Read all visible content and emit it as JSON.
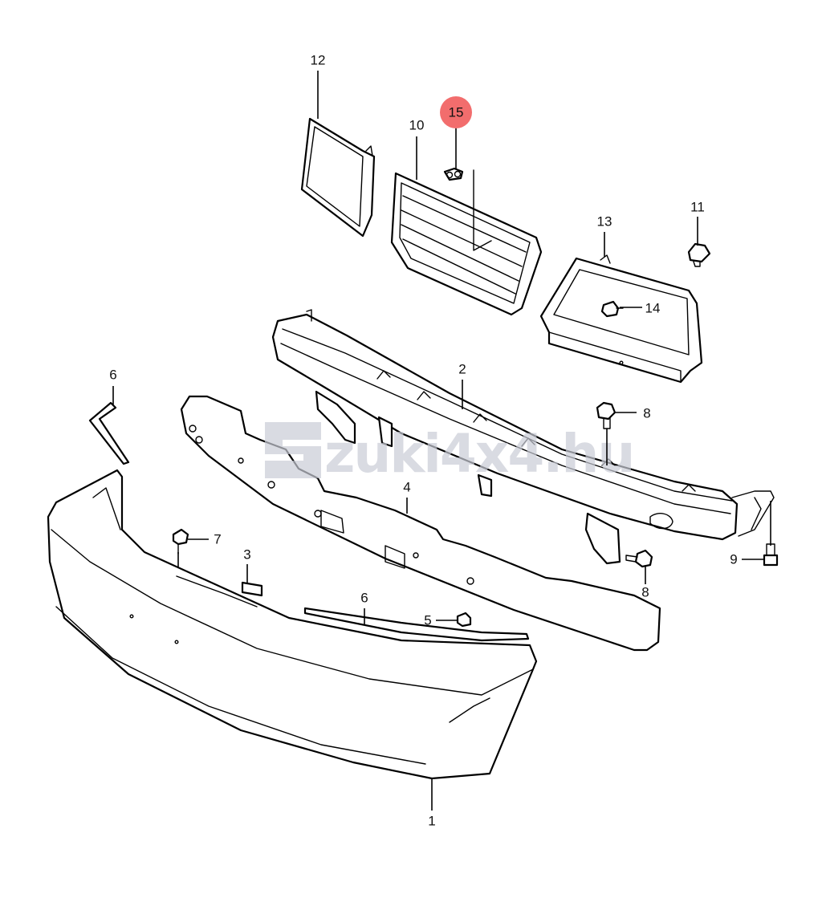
{
  "watermark": {
    "text": "zuki4x4.hu",
    "color": "#c9ccd6"
  },
  "highlight_color": "#f26d6d",
  "callouts": [
    {
      "id": "c12",
      "label": "12",
      "highlighted": false
    },
    {
      "id": "c15",
      "label": "15",
      "highlighted": true
    },
    {
      "id": "c10",
      "label": "10",
      "highlighted": false
    },
    {
      "id": "c11",
      "label": "11",
      "highlighted": false
    },
    {
      "id": "c13",
      "label": "13",
      "highlighted": false
    },
    {
      "id": "c14",
      "label": "14",
      "highlighted": false
    },
    {
      "id": "c2",
      "label": "2",
      "highlighted": false
    },
    {
      "id": "c6a",
      "label": "6",
      "highlighted": false
    },
    {
      "id": "c8a",
      "label": "8",
      "highlighted": false
    },
    {
      "id": "c4",
      "label": "4",
      "highlighted": false
    },
    {
      "id": "c7",
      "label": "7",
      "highlighted": false
    },
    {
      "id": "c3",
      "label": "3",
      "highlighted": false
    },
    {
      "id": "c6b",
      "label": "6",
      "highlighted": false
    },
    {
      "id": "c5",
      "label": "5",
      "highlighted": false
    },
    {
      "id": "c9",
      "label": "9",
      "highlighted": false
    },
    {
      "id": "c8b",
      "label": "8",
      "highlighted": false
    },
    {
      "id": "c1",
      "label": "1",
      "highlighted": false
    }
  ]
}
